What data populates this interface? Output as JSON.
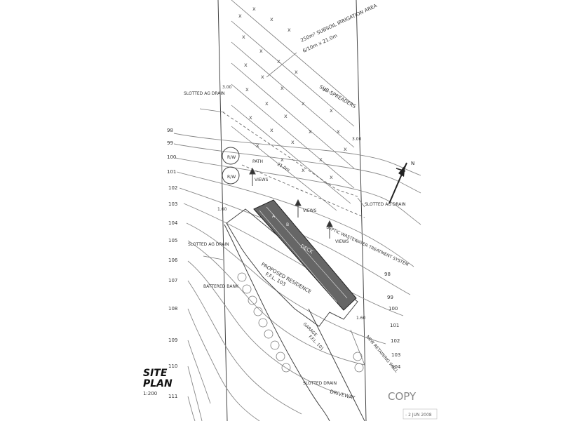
{
  "drawing": {
    "title_line1": "SITE",
    "title_line2": "PLAN",
    "scale": "1:200",
    "stamp_copy": "COPY",
    "stamp_date": "- 2 JUN 2008",
    "north_label": "N"
  },
  "labels": {
    "irrigation_area": "250m² SUBSOIL IRRIGATION AREA",
    "irrigation_dims": "6/10m x 21.0m",
    "spreaders": "SUB-SPREADERS",
    "slotted_drain_top": "SLOTTED AG DRAIN",
    "slotted_drain_right": "SLOTTED AG DRAIN",
    "slotted_drain_left": "SLOTTED AG DRAIN",
    "slotted_drain_bottom": "SLOTTED DRAIN",
    "dim_300_left": "3.00",
    "dim_300_right": "3.00",
    "dim_21": "21.0m",
    "dim_160_left": "1.60",
    "dim_160_right": "1.60",
    "rw_1": "R/W",
    "rw_2": "R/W",
    "paths": "PATH",
    "views_1": "VIEWS",
    "views_2": "VIEWS",
    "views_3": "VIEWS",
    "treatment": "SEPTIC WASTEWATER TREATMENT SYSTEM",
    "deck": "DECK",
    "residence": "PROPOSED RESIDENCE",
    "ffl": "F.F.L. 103",
    "garage": "GARAGE",
    "garage_ffl": "F.F.L. 101",
    "battered_bank": "BATTERED BANK",
    "retaining_wall": "NEW RETAINING WALL",
    "driveway": "DRIVEWAY",
    "a_label": "A",
    "b_label": "B"
  },
  "contours_left": [
    "98",
    "99",
    "100",
    "101",
    "102",
    "103",
    "104",
    "105",
    "106",
    "107",
    "108",
    "109",
    "110",
    "111"
  ],
  "contours_right": [
    "98",
    "99",
    "100",
    "101",
    "102",
    "103",
    "104"
  ]
}
